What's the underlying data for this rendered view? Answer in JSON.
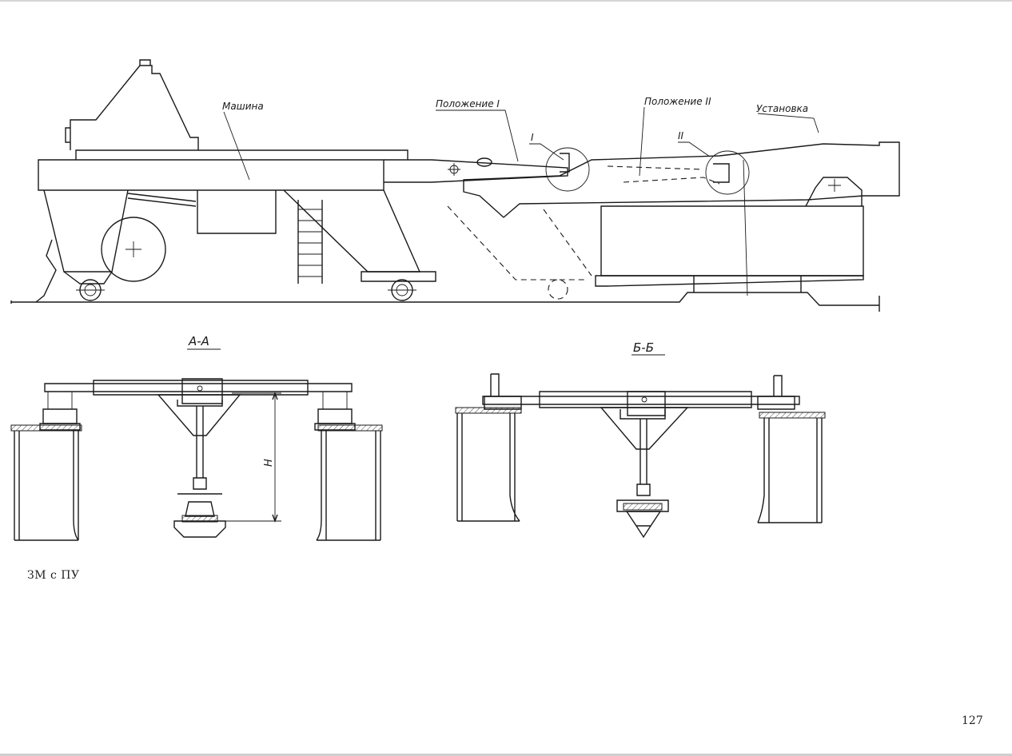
{
  "labels": {
    "machine": "Машина",
    "position_1": "Положение I",
    "position_2": "Положение II",
    "installation": "Установка",
    "callout_1": "I",
    "callout_2": "II",
    "section_aa": "А-А",
    "section_bb": "Б-Б",
    "dimension_h": "Н"
  },
  "caption": "ЗМ с ПУ",
  "page_number": "127"
}
